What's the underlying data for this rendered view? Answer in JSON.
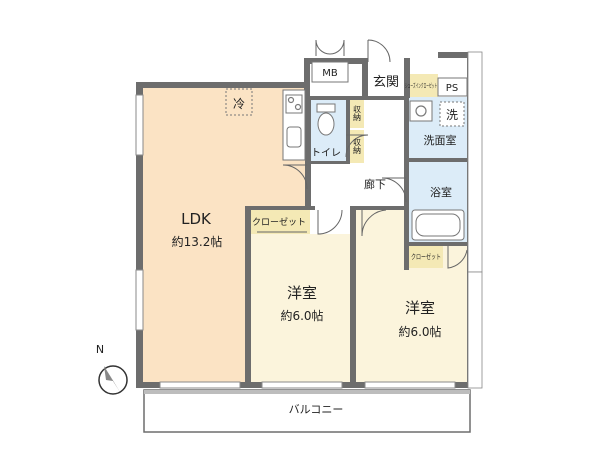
{
  "rooms": {
    "ldk": {
      "name": "LDK",
      "area": "約13.2帖"
    },
    "western1": {
      "name": "洋室",
      "area": "約6.0帖"
    },
    "western2": {
      "name": "洋室",
      "area": "約6.0帖"
    },
    "hallway": {
      "name": "廊下"
    },
    "entrance": {
      "name": "玄関"
    },
    "toilet": {
      "name": "トイレ"
    },
    "washroom": {
      "name": "洗面室"
    },
    "bathroom": {
      "name": "浴室"
    },
    "balcony": {
      "name": "バルコニー"
    }
  },
  "storage": {
    "closet_large": "クローゼット",
    "closet_small": "クローゼット",
    "shoe_closet": "シューズインクローゼット",
    "shuno1": "収納",
    "shuno2": "収納"
  },
  "fixtures": {
    "mb": "MB",
    "ps": "PS",
    "fridge": "冷",
    "washer": "洗"
  },
  "compass": {
    "north": "N"
  },
  "colors": {
    "ldk": "#fbe3c4",
    "bedroom": "#fbf4dc",
    "hallway": "#ffffff",
    "wet": "#dcecf8",
    "storage": "#f4e9b5",
    "wall": "#6d6d6d",
    "balcony": "#ffffff"
  }
}
